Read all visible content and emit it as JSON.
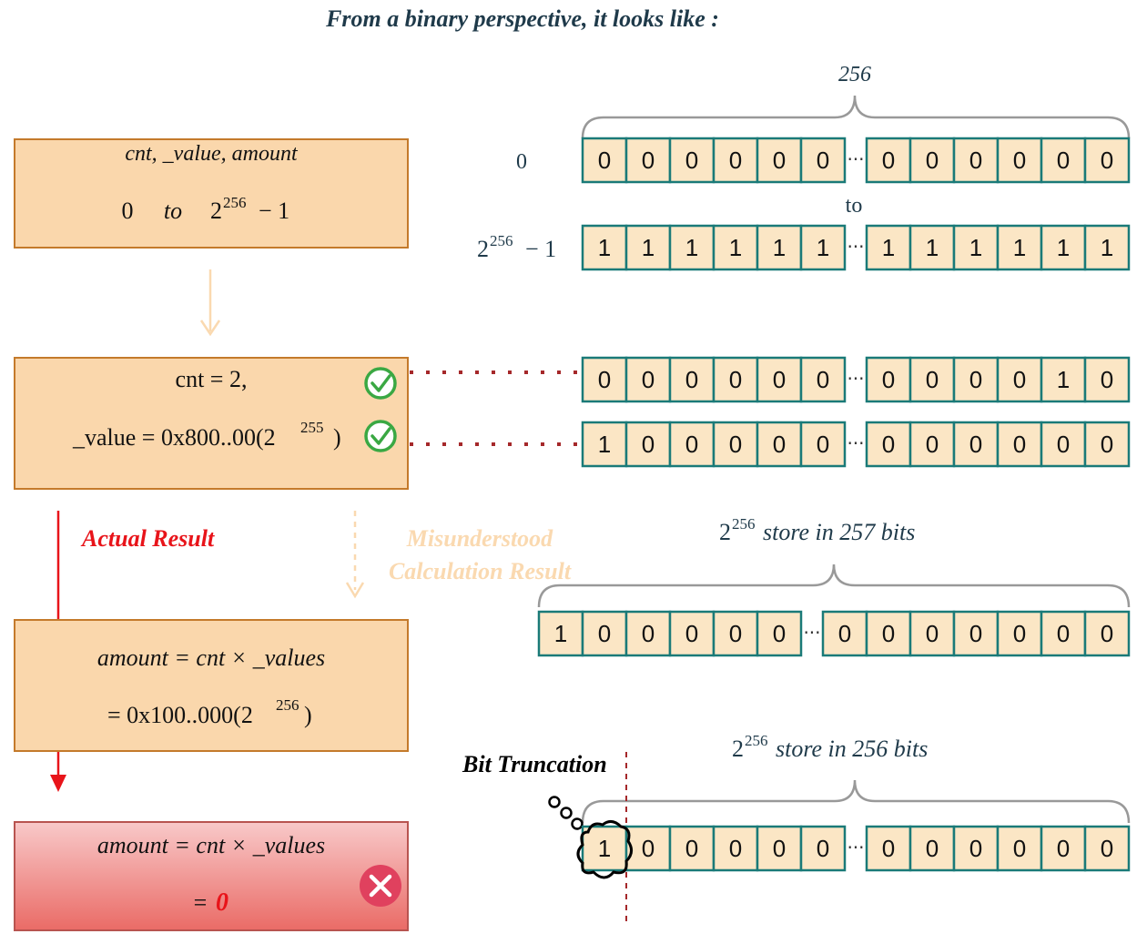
{
  "title": "From a binary perspective, it looks like :",
  "colors": {
    "cell_fill": "#fbe6c5",
    "cell_stroke": "#1a7a78",
    "box_fill": "#fad7ac",
    "box_stroke": "#c47a2b",
    "error_top": "#f8c9c9",
    "error_bottom": "#ea6b66",
    "check": "#3aa843",
    "cross": "#e0415e",
    "actual_arrow": "#e8141a",
    "dotted_link": "#a5282a"
  },
  "box1": {
    "line1": "cnt, _value, amount",
    "zero": "0",
    "to": "to",
    "base": "2",
    "exp": "256",
    "minus_one": "− 1"
  },
  "box2": {
    "line1": "cnt = 2,",
    "line2_prefix": "_value = 0x800..00(2",
    "line2_exp": "255",
    "line2_suffix": ")"
  },
  "box3": {
    "line1": "amount = cnt × _values",
    "line2_prefix": "= 0x100..000(2",
    "line2_exp": "256",
    "line2_suffix": ")"
  },
  "box4": {
    "line1": "amount = cnt × _values",
    "line2_eq": "=",
    "line2_val": "0"
  },
  "labels": {
    "actual": "Actual Result",
    "misunderstood_1": "Misunderstood",
    "misunderstood_2": "Calculation Result",
    "bit_truncation": "Bit Truncation",
    "to": "to",
    "zero_label": "0",
    "max_base": "2",
    "max_exp": "256",
    "max_minus": "− 1",
    "brace_top": "256",
    "store257_base": "2",
    "store257_exp": "256",
    "store257_text": "store in 257 bits",
    "store256_base": "2",
    "store256_exp": "256",
    "store256_text": "store in 256 bits",
    "ellipsis": "···"
  },
  "bit_rows": [
    {
      "name": "zero-row",
      "left": [
        "0",
        "0",
        "0",
        "0",
        "0",
        "0"
      ],
      "right": [
        "0",
        "0",
        "0",
        "0",
        "0",
        "0"
      ]
    },
    {
      "name": "max-row",
      "left": [
        "1",
        "1",
        "1",
        "1",
        "1",
        "1"
      ],
      "right": [
        "1",
        "1",
        "1",
        "1",
        "1",
        "1"
      ]
    },
    {
      "name": "cnt-row",
      "left": [
        "0",
        "0",
        "0",
        "0",
        "0",
        "0"
      ],
      "right": [
        "0",
        "0",
        "0",
        "0",
        "1",
        "0"
      ]
    },
    {
      "name": "value-row",
      "left": [
        "1",
        "0",
        "0",
        "0",
        "0",
        "0"
      ],
      "right": [
        "0",
        "0",
        "0",
        "0",
        "0",
        "0"
      ]
    },
    {
      "name": "bits257-row",
      "left": [
        "1",
        "0",
        "0",
        "0",
        "0",
        "0"
      ],
      "right": [
        "0",
        "0",
        "0",
        "0",
        "0",
        "0",
        "0"
      ]
    },
    {
      "name": "bits256-row",
      "left": [
        "1",
        "0",
        "0",
        "0",
        "0",
        "0"
      ],
      "right": [
        "0",
        "0",
        "0",
        "0",
        "0",
        "0"
      ]
    }
  ]
}
